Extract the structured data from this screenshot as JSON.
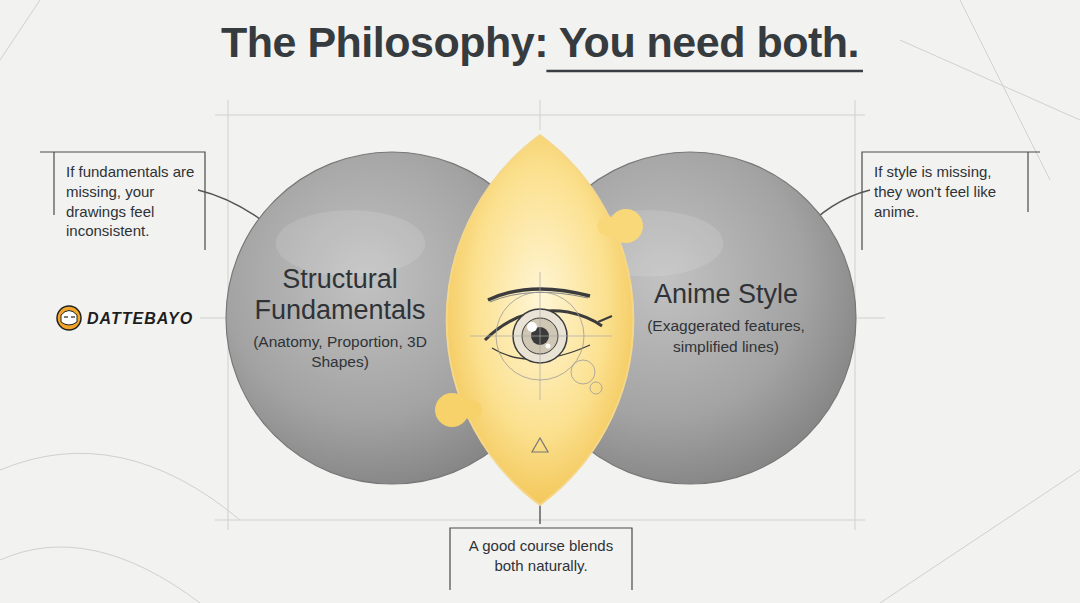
{
  "diagram": {
    "title": "The Philosophy: You need both.",
    "nodes": [
      {
        "text": [
          "Structural Fundamentals",
          "(Anatomy, Proportion, 3D Shapes)"
        ]
      },
      {
        "text": [
          "Anime Style",
          "(Exaggerated features, simplified lines)"
        ]
      }
    ],
    "labels": [
      "If fundamentals are missing, your drawings feel inconsistent.",
      "If style is missing, they won't feel like anime.",
      "A good course blends both naturally.",
      "DATTEBAYO"
    ]
  }
}
